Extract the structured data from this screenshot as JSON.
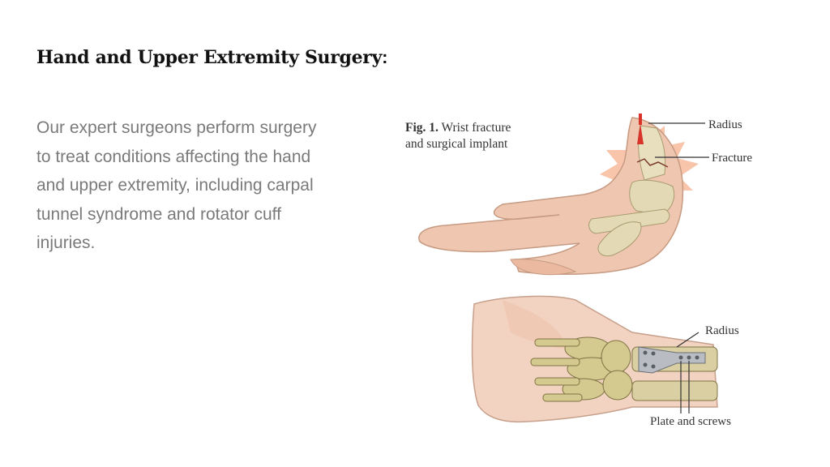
{
  "heading": {
    "title": "Hand and Upper Extremity Surgery",
    "colon": ":"
  },
  "body": {
    "text": "Our expert surgeons perform surgery to treat conditions affecting the hand and upper extremity, including carpal tunnel syndrome and rotator cuff injuries."
  },
  "figure": {
    "caption_prefix": "Fig. 1.",
    "caption_line1": "Wrist fracture",
    "caption_line2": "and surgical implant",
    "labels": {
      "radius_top": "Radius",
      "fracture": "Fracture",
      "radius_bottom": "Radius",
      "plate_screws": "Plate and screws"
    },
    "colors": {
      "skin": "#efc7b0",
      "bone": "#d9cfa2",
      "fracture_glow": "#f3a47a",
      "arrow": "#d8342a",
      "plate": "#b9bcc2"
    }
  }
}
